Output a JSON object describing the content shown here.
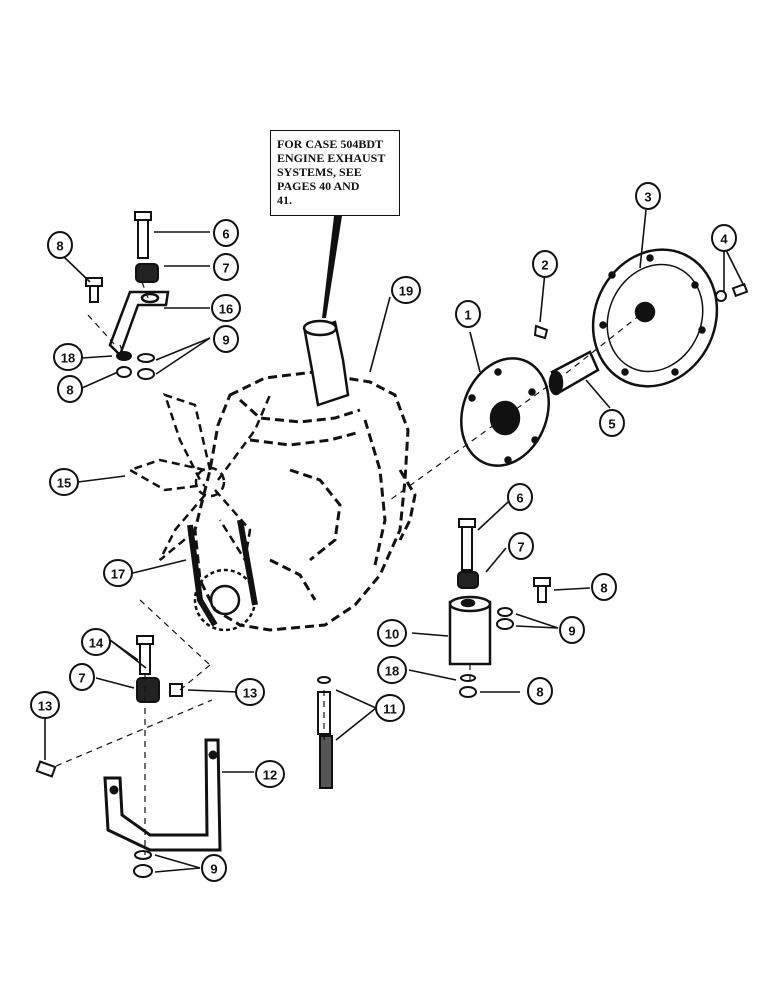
{
  "note": {
    "lines": [
      "FOR CASE 504BDT",
      "ENGINE EXHAUST",
      "SYSTEMS, SEE",
      "PAGES 40 AND",
      "41."
    ]
  },
  "callouts": [
    {
      "id": "c1",
      "label": "1"
    },
    {
      "id": "c2",
      "label": "2"
    },
    {
      "id": "c3",
      "label": "3"
    },
    {
      "id": "c4",
      "label": "4"
    },
    {
      "id": "c5",
      "label": "5"
    },
    {
      "id": "c6a",
      "label": "6"
    },
    {
      "id": "c6b",
      "label": "6"
    },
    {
      "id": "c7a",
      "label": "7"
    },
    {
      "id": "c7b",
      "label": "7"
    },
    {
      "id": "c7c",
      "label": "7"
    },
    {
      "id": "c8a",
      "label": "8"
    },
    {
      "id": "c8b",
      "label": "8"
    },
    {
      "id": "c8c",
      "label": "8"
    },
    {
      "id": "c8d",
      "label": "8"
    },
    {
      "id": "c9a",
      "label": "9"
    },
    {
      "id": "c9b",
      "label": "9"
    },
    {
      "id": "c9c",
      "label": "9"
    },
    {
      "id": "c10",
      "label": "10"
    },
    {
      "id": "c11",
      "label": "11"
    },
    {
      "id": "c12",
      "label": "12"
    },
    {
      "id": "c13a",
      "label": "13"
    },
    {
      "id": "c13b",
      "label": "13"
    },
    {
      "id": "c14",
      "label": "14"
    },
    {
      "id": "c15",
      "label": "15"
    },
    {
      "id": "c16",
      "label": "16"
    },
    {
      "id": "c17",
      "label": "17"
    },
    {
      "id": "c18a",
      "label": "18"
    },
    {
      "id": "c18b",
      "label": "18"
    },
    {
      "id": "c19",
      "label": "19"
    }
  ]
}
